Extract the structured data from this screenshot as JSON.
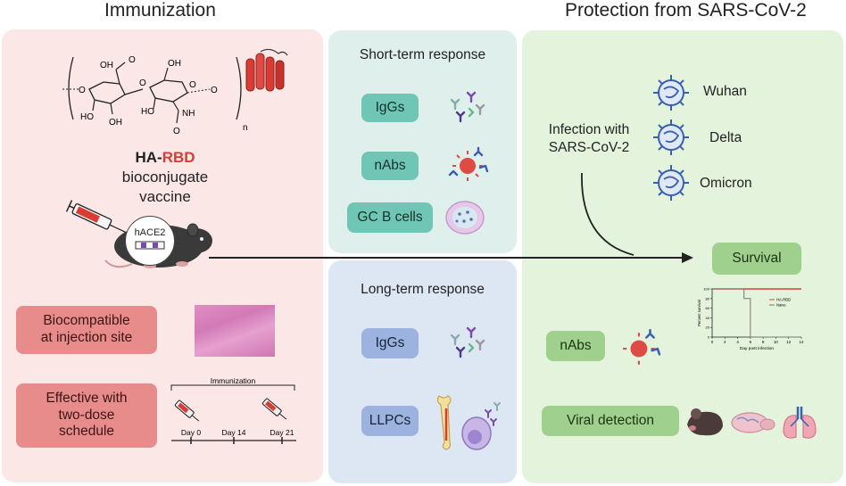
{
  "titles": {
    "left": "Immunization",
    "right": "Protection from SARS-CoV-2"
  },
  "vaccine": {
    "name_ha": "HA-",
    "name_rbd": "RBD",
    "line2": "bioconjugate",
    "line3": "vaccine",
    "chem_labels": [
      "OH",
      "O",
      "O",
      "O",
      "HO",
      "OH",
      "OH",
      "O",
      "O",
      "HO",
      "NH",
      "O",
      "n"
    ]
  },
  "mouse": {
    "label": "hACE2"
  },
  "left_pills": {
    "biocompatible": [
      "Biocompatible",
      "at injection site"
    ],
    "effective": [
      "Effective with",
      "two-dose",
      "schedule"
    ]
  },
  "schedule": {
    "header": "Immunization",
    "days": [
      "Day 0",
      "Day 14",
      "Day 21"
    ]
  },
  "short_term": {
    "title": "Short-term response",
    "items": [
      "IgGs",
      "nAbs",
      "GC B cells"
    ]
  },
  "long_term": {
    "title": "Long-term response",
    "items": [
      "IgGs",
      "LLPCs"
    ]
  },
  "infection": {
    "line1": "Infection with",
    "line2": "SARS-CoV-2",
    "variants": [
      "Wuhan",
      "Delta",
      "Omicron"
    ]
  },
  "outcomes": {
    "survival": "Survival",
    "nabs": "nAbs",
    "viral": "Viral detection"
  },
  "survival_chart": {
    "ylabel": "Percent survival",
    "xlabel": "Day post infection",
    "yticks": [
      "100",
      "80",
      "60",
      "40",
      "20",
      "0"
    ],
    "xticks": [
      "0",
      "2",
      "4",
      "6",
      "8",
      "10",
      "12",
      "14"
    ],
    "legend": [
      "HA-RBD",
      "Naive"
    ]
  },
  "chart_data": {
    "type": "line",
    "xlabel": "Day post infection",
    "ylabel": "Percent survival",
    "xlim": [
      0,
      14
    ],
    "ylim": [
      0,
      100
    ],
    "series": [
      {
        "name": "HA-RBD",
        "x": [
          0,
          14
        ],
        "y": [
          100,
          100
        ],
        "color": "#e0403a"
      },
      {
        "name": "Naive",
        "x": [
          0,
          5,
          5,
          6,
          6,
          14
        ],
        "y": [
          100,
          100,
          80,
          80,
          0,
          0
        ],
        "color": "#777777"
      }
    ]
  },
  "colors": {
    "left_panel": "#fbe7e6",
    "short_panel": "#dff0ec",
    "long_panel": "#dde7f4",
    "right_panel": "#e3f3dc",
    "rbd_red": "#d93b35",
    "virus_blue": "#3b5fb0"
  }
}
